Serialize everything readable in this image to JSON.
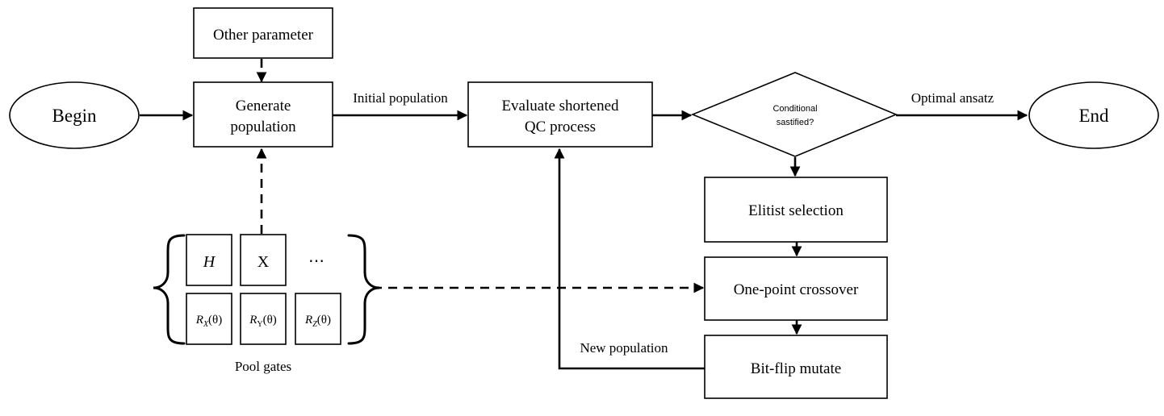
{
  "nodes": {
    "begin": "Begin",
    "end": "End",
    "other_parameter": "Other parameter",
    "generate_population": [
      "Generate",
      "population"
    ],
    "evaluate": [
      "Evaluate shortened",
      "QC process"
    ],
    "condition": [
      "Conditional",
      "sastified?"
    ],
    "elitist": "Elitist selection",
    "crossover": "One-point crossover",
    "mutate": "Bit-flip mutate"
  },
  "edge_labels": {
    "initial_population": "Initial population",
    "optimal_ansatz": "Optimal ansatz",
    "new_population": "New population"
  },
  "pool": {
    "caption": "Pool gates",
    "gates_row1": [
      "H",
      "X",
      "⋯"
    ],
    "gates_row2": [
      {
        "base": "R",
        "sub": "X",
        "arg": "(θ)"
      },
      {
        "base": "R",
        "sub": "Y",
        "arg": "(θ)"
      },
      {
        "base": "R",
        "sub": "Z",
        "arg": "(θ)"
      }
    ]
  }
}
